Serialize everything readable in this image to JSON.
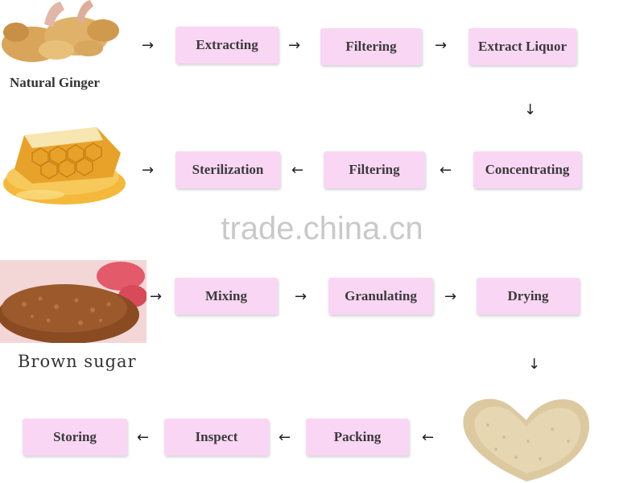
{
  "ingredients": {
    "ginger": "Natural Ginger",
    "brown_sugar": "Brown sugar"
  },
  "steps": {
    "row1": [
      "Extracting",
      "Filtering",
      "Extract Liquor"
    ],
    "row2": [
      "Sterilization",
      "Filtering",
      "Concentrating"
    ],
    "row3": [
      "Mixing",
      "Granulating",
      "Drying"
    ],
    "row4": [
      "Storing",
      "Inspect",
      "Packing"
    ]
  },
  "watermark": "trade.china.cn",
  "colors": {
    "box_fill": "#f9d6f4",
    "text": "#3a3a3a",
    "arrow": "#222222"
  },
  "icons": {
    "right_arrow": "→",
    "left_arrow": "←",
    "down_arrow": "↓"
  }
}
